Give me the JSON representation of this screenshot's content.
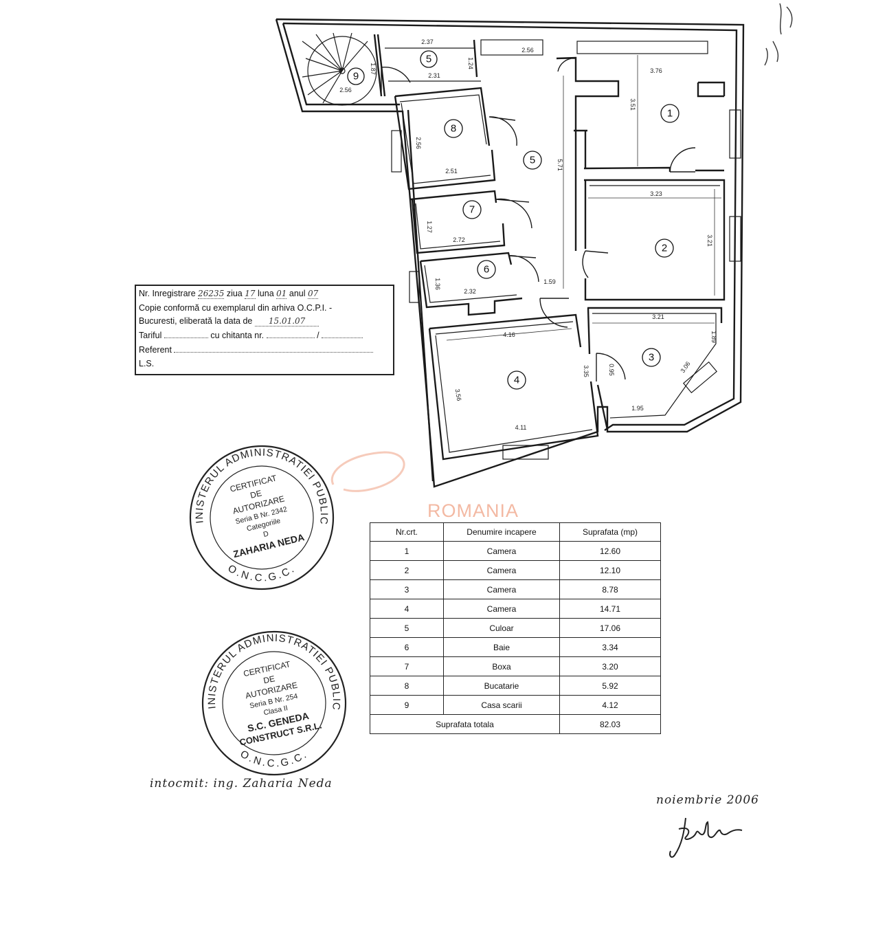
{
  "rooms": [
    {
      "num": "1"
    },
    {
      "num": "2"
    },
    {
      "num": "3"
    },
    {
      "num": "4"
    },
    {
      "num": "5"
    },
    {
      "num": "5"
    },
    {
      "num": "6"
    },
    {
      "num": "7"
    },
    {
      "num": "8"
    },
    {
      "num": "9"
    }
  ],
  "dimensions": [
    "2.37",
    "1.24",
    "2.31",
    "2.56",
    "1.87",
    "2.56",
    "3.76",
    "3.51",
    "2.56",
    "2.51",
    "5.71",
    "3.23",
    "3.21",
    "1.27",
    "2.72",
    "1.36",
    "2.32",
    "1.59",
    "4.16",
    "3.35",
    "3.56",
    "4.11",
    "3.21",
    "3.06",
    "1.95",
    "1.89",
    "0.95"
  ],
  "registration": {
    "line1": "Nr. Inregistrare",
    "line1_nr": "26235",
    "line1_ziua_label": "ziua",
    "line1_ziua": "17",
    "line1_luna_label": "luna",
    "line1_luna": "01",
    "line1_anul_label": "anul",
    "line1_anul": "07",
    "line2": "Copie conformă cu exemplarul din arhiva O.C.P.I. -",
    "line3": "Bucuresti, eliberată la data de",
    "line3_date": "15.01.07",
    "line4_a": "Tariful",
    "line4_b": "cu chitanta nr.",
    "line4_c": "/",
    "line5": "Referent",
    "line6": "L.S."
  },
  "stamp1": {
    "ring": "MINISTERUL ADMINISTRATIEI PUBLICE",
    "bottom": "O.N.C.G.C.",
    "line1": "CERTIFICAT",
    "line2": "DE",
    "line3": "AUTORIZARE",
    "line4": "Seria B Nr. 2342",
    "line5": "Categoriile",
    "line6": "D",
    "line7": "ZAHARIA NEDA"
  },
  "stamp2": {
    "ring": "MINISTERUL ADMINISTRATIEI PUBLICE",
    "bottom": "O.N.C.G.C.",
    "line1": "CERTIFICAT",
    "line2": "DE",
    "line3": "AUTORIZARE",
    "line4": "Seria B Nr. 254",
    "line5": "Clasa II",
    "line6": "S.C. GENEDA",
    "line7": "CONSTRUCT S.R.L."
  },
  "watermark": "ROMANIA",
  "table": {
    "headers": [
      "Nr.crt.",
      "Denumire incapere",
      "Suprafata (mp)"
    ],
    "rows": [
      [
        "1",
        "Camera",
        "12.60"
      ],
      [
        "2",
        "Camera",
        "12.10"
      ],
      [
        "3",
        "Camera",
        "8.78"
      ],
      [
        "4",
        "Camera",
        "14.71"
      ],
      [
        "5",
        "Culoar",
        "17.06"
      ],
      [
        "6",
        "Baie",
        "3.34"
      ],
      [
        "7",
        "Boxa",
        "3.20"
      ],
      [
        "8",
        "Bucatarie",
        "5.92"
      ],
      [
        "9",
        "Casa scarii",
        "4.12"
      ]
    ],
    "total_label": "Suprafata totala",
    "total_value": "82.03"
  },
  "author": "intocmit: ing. Zaharia Neda",
  "date": "noiembrie   2006",
  "colors": {
    "watermark": "#f3b9a3",
    "ink": "#1a1a1a"
  }
}
